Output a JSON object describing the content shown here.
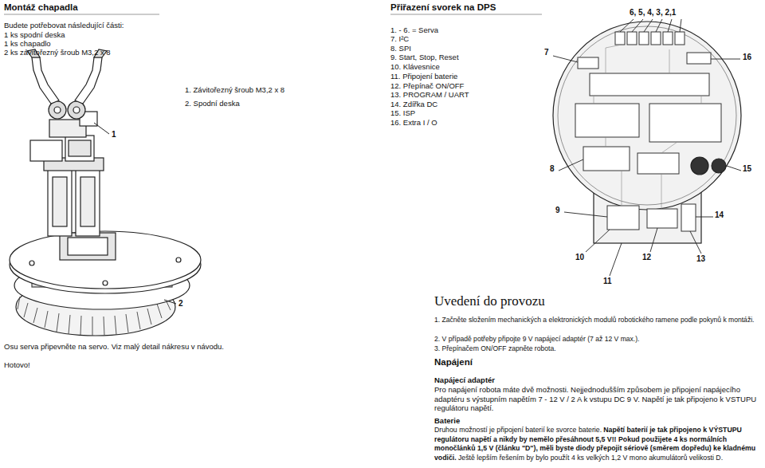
{
  "diagram": {
    "labels": [
      "Montáž chapadla",
      "Budete potřebovat následující části:",
      "1 ks spodní deska",
      "1 ks chapadlo",
      "2 ks závitořezný šroub M3,2 x 8",
      "1. Závitořezný šroub M3,2 x 8",
      "2. Spodní deska",
      "1",
      "2",
      "Osu serva připevněte na servo. Viz malý detail nákresu v návodu.",
      "Hotovo!",
      "Přiřazení svorek na DPS",
      "1. - 6. = Serva",
      "7. I²C",
      "8. SPI",
      "9. Start, Stop, Reset",
      "10. Klávesnice",
      "11. Připojení baterie",
      "12. Přepínač ON/OFF",
      "13. PROGRAM / UART",
      "14. Zdířka DC",
      "15. ISP",
      "16. Extra I / O",
      "6, 5, 4, 3, 2,1",
      "7",
      "16",
      "8",
      "15",
      "9",
      "14",
      "10",
      "12",
      "13",
      "11",
      "Uvedení do provozu",
      "1. Začněte složením mechanických a elektronických modulů robotického ramene podle pokynů k montáži.",
      "2. V případě potřeby připojte 9 V napájecí adaptér (7 až 12 V max.).",
      "3. Přepínačem ON/OFF zapněte robota.",
      "Napájení",
      "Napájecí adaptér",
      "Pro napájení robota máte dvě možnosti. Nejjednodušším způsobem je připojení napájecího adaptéru s výstupním napětím 7 - 12 V / 2 A k vstupu DC 9 V. Napětí je tak připojeno k VSTUPU regulátoru napětí.",
      "Baterie",
      "Druhou možností je připojení baterií ke svorce baterie.",
      "Napětí baterií je tak připojeno k VÝSTUPU regulátoru napětí a nikdy by nemělo přesáhnout 5,5 V!! Pokud použijete 4 ks normálních monočlánků 1,5 V (článku \"D\"), měli byste diody přepojit sériově (směrem dopředu) ke kladnému vodiči.",
      "Ještě lepším řešením by bylo použít 4 ks velkých 1,2 V mono akumulátorů velikosti D."
    ]
  }
}
